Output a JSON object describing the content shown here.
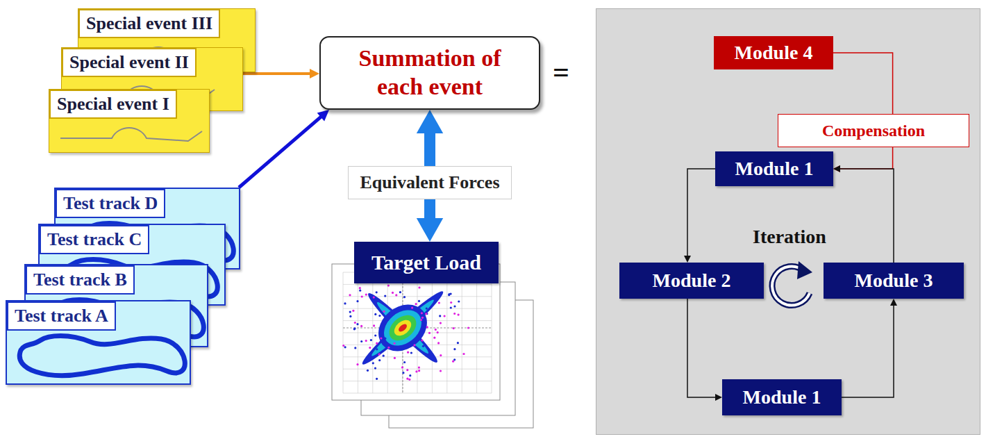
{
  "diagram": {
    "nodes": [
      {
        "text": [
          "Special event III"
        ]
      },
      {
        "text": [
          "Special event II"
        ]
      },
      {
        "text": [
          "Special event I"
        ]
      },
      {
        "text": [
          "Summation of each event"
        ]
      },
      {
        "text": [
          "Test track D"
        ]
      },
      {
        "text": [
          "Test track C"
        ]
      },
      {
        "text": [
          "Test track B"
        ]
      },
      {
        "text": [
          "Test track A"
        ]
      },
      {
        "text": [
          "Target Load"
        ]
      },
      {
        "text": [
          "Module 4"
        ]
      },
      {
        "text": [
          "Compensation"
        ]
      },
      {
        "text": [
          "Module 1"
        ]
      },
      {
        "text": [
          "Module 2"
        ]
      },
      {
        "text": [
          "Module 3"
        ]
      },
      {
        "text": [
          "Module 1"
        ]
      }
    ],
    "edges": [
      {
        "from": 1,
        "to": 3,
        "arrow": "to"
      },
      {
        "from": 4,
        "to": 3,
        "arrow": "to"
      },
      {
        "from": 3,
        "to": 8,
        "label": "Equivalent Forces",
        "arrow": "both"
      },
      {
        "from": 9,
        "to": 10,
        "arrow": "none"
      },
      {
        "from": 10,
        "to": 11,
        "arrow": "to"
      },
      {
        "from": 11,
        "to": 12,
        "arrow": "to"
      },
      {
        "from": 12,
        "to": 14,
        "arrow": "to"
      },
      {
        "from": 14,
        "to": 13,
        "arrow": "to"
      },
      {
        "from": 13,
        "to": 11,
        "arrow": "to"
      }
    ],
    "labels": [
      "=",
      "Iteration"
    ]
  }
}
